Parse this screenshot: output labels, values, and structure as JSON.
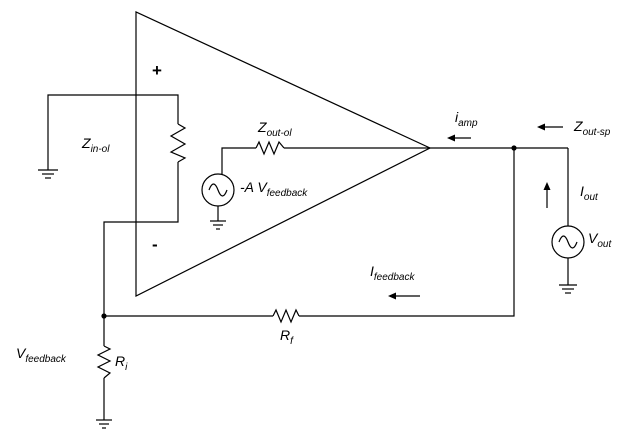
{
  "signs": {
    "plus": "+",
    "minus": "-"
  },
  "labels": {
    "z_in_ol": {
      "main": "Z",
      "sub": "in-ol"
    },
    "z_out_ol": {
      "main": "Z",
      "sub": "out-ol"
    },
    "source_gain": {
      "prefix": "-A V",
      "sub": "feedback"
    },
    "i_amp": {
      "main": "i",
      "sub": "amp"
    },
    "z_out_sp": {
      "main": "Z",
      "sub": "out-sp"
    },
    "i_out": {
      "main": "I",
      "sub": "out"
    },
    "v_out": {
      "main": "V",
      "sub": "out"
    },
    "i_feedback": {
      "main": "I",
      "sub": "feedback"
    },
    "r_f": {
      "main": "R",
      "sub": "f"
    },
    "r_i": {
      "main": "R",
      "sub": "i"
    },
    "v_feedback": {
      "main": "V",
      "sub": "feedback"
    }
  }
}
